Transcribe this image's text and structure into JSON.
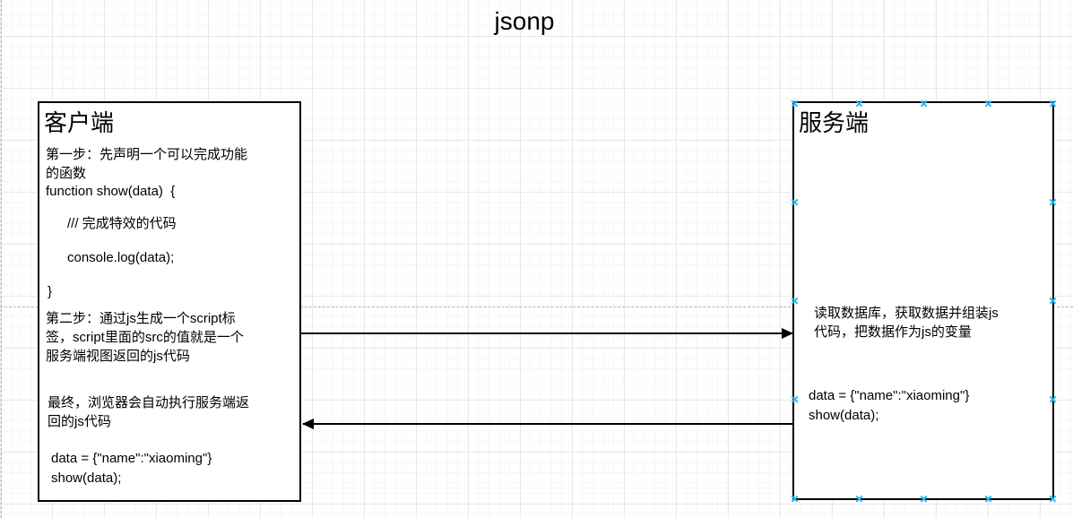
{
  "title": "jsonp",
  "client_box": {
    "title": "客户端",
    "step1": "第一步：先声明一个可以完成功能\n的函数",
    "code_fn_open": "function show(data)  {",
    "code_comment": "/// 完成特效的代码",
    "code_console": "console.log(data);",
    "code_fn_close": "}",
    "step2": "第二步：通过js生成一个script标\n签，script里面的src的值就是一个\n服务端视图返回的js代码",
    "final_note": "最终，浏览器会自动执行服务端返\n回的js代码",
    "result_code": "data = {\"name\":\"xiaoming\"}\nshow(data);"
  },
  "server_box": {
    "title": "服务端",
    "process_note": "读取数据库，获取数据并组装js\n代码，把数据作为js的变量",
    "result_code": "data = {\"name\":\"xiaoming\"}\nshow(data);"
  },
  "colors": {
    "shape_border": "#000000",
    "arrow": "#000000",
    "connection_point": "#29b6f2",
    "page_break": "#b5b5b5",
    "grid_major": "#e8e8e8",
    "grid_minor": "#f6f6f6"
  }
}
